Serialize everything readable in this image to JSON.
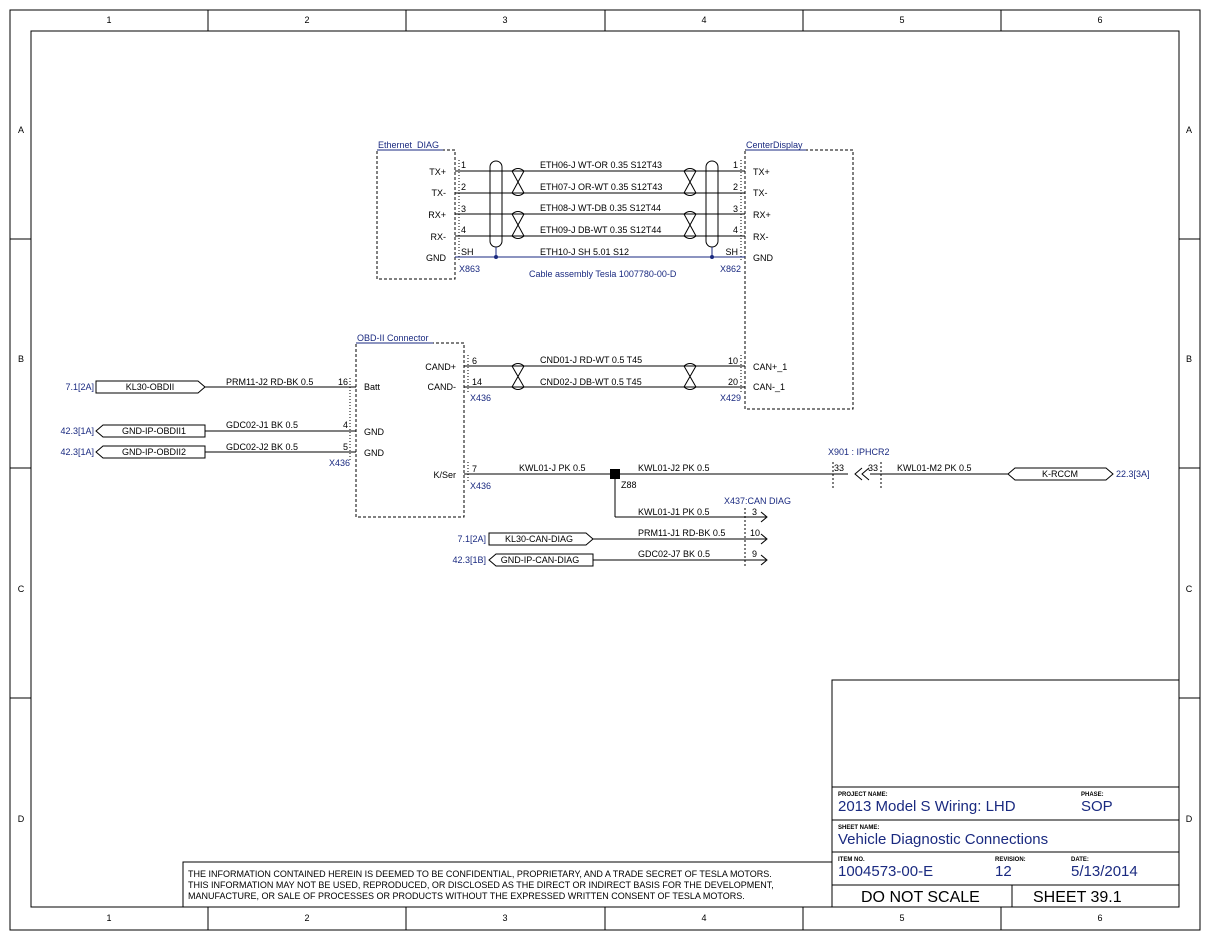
{
  "grid": {
    "columns": [
      "1",
      "2",
      "3",
      "4",
      "5",
      "6"
    ],
    "rows": [
      "A",
      "B",
      "C",
      "D"
    ]
  },
  "connectors": {
    "ethernet_diag": {
      "title": "Ethernet_DIAG",
      "pins": [
        "TX+",
        "TX-",
        "RX+",
        "RX-",
        "GND"
      ],
      "pin_numbers": [
        "1",
        "2",
        "3",
        "4",
        "SH"
      ],
      "id": "X863"
    },
    "center_display": {
      "title": "CenterDisplay",
      "pins": [
        "TX+",
        "TX-",
        "RX+",
        "RX-",
        "GND"
      ],
      "pin_numbers": [
        "1",
        "2",
        "3",
        "4",
        "SH"
      ],
      "id": "X862",
      "can_pins": [
        "CAN+_1",
        "CAN-_1"
      ],
      "can_pin_numbers": [
        "10",
        "20"
      ],
      "can_id": "X429"
    },
    "obd": {
      "title": "OBD-II Connector",
      "pins": [
        "Batt",
        "GND",
        "GND"
      ],
      "pin_numbers": [
        "16",
        "4",
        "5"
      ],
      "id": "X436",
      "can_pins": [
        "CAND+",
        "CAND-"
      ],
      "can_pin_numbers": [
        "6",
        "14"
      ],
      "can_id": "X436",
      "kser_pin": "K/Ser",
      "kser_number": "7",
      "kser_id": "X436"
    },
    "x901": {
      "title": "X901 : IPHCR2",
      "pin_left": "33",
      "pin_right": "33"
    },
    "x437": {
      "title": "X437:CAN DIAG",
      "pins": [
        "3",
        "10",
        "9"
      ]
    }
  },
  "wires": {
    "eth": [
      "ETH06-J WT-OR 0.35 S12T43",
      "ETH07-J OR-WT 0.35 S12T43",
      "ETH08-J WT-DB 0.35 S12T44",
      "ETH09-J DB-WT 0.35 S12T44",
      "ETH10-J SH 5.01 S12"
    ],
    "cable_note": "Cable assembly Tesla 1007780-00-D",
    "can": [
      "CND01-J RD-WT 0.5 T45",
      "CND02-J DB-WT 0.5 T45"
    ],
    "obd_power": [
      "PRM11-J2 RD-BK 0.5",
      "GDC02-J1 BK 0.5",
      "GDC02-J2 BK 0.5"
    ],
    "kwl": [
      "KWL01-J PK 0.5",
      "KWL01-J2 PK 0.5",
      "KWL01-M2 PK 0.5",
      "KWL01-J1 PK 0.5"
    ],
    "can_diag": [
      "PRM11-J1 RD-BK 0.5",
      "GDC02-J7 BK 0.5"
    ],
    "splice": "Z88"
  },
  "offsheet": {
    "left": [
      {
        "ref": "7.1[2A]",
        "label": "KL30-OBDII"
      },
      {
        "ref": "42.3[1A]",
        "label": "GND-IP-OBDII1"
      },
      {
        "ref": "42.3[1A]",
        "label": "GND-IP-OBDII2"
      },
      {
        "ref": "7.1[2A]",
        "label": "KL30-CAN-DIAG"
      },
      {
        "ref": "42.3[1B]",
        "label": "GND-IP-CAN-DIAG"
      }
    ],
    "right": {
      "label": "K-RCCM",
      "ref": "22.3[3A]"
    }
  },
  "title_block": {
    "project_label": "PROJECT NAME:",
    "project": "2013 Model S Wiring: LHD",
    "phase_label": "PHASE:",
    "phase": "SOP",
    "sheet_name_label": "SHEET NAME:",
    "sheet_name": "Vehicle Diagnostic Connections",
    "item_label": "ITEM NO.",
    "item": "1004573-00-E",
    "revision_label": "REVISION:",
    "revision": "12",
    "date_label": "DATE:",
    "date": "5/13/2014",
    "scale_note": "DO NOT SCALE",
    "sheet": "SHEET 39.1"
  },
  "confidential": [
    "THE INFORMATION CONTAINED HEREIN IS DEEMED TO BE CONFIDENTIAL, PROPRIETARY, AND A TRADE SECRET OF TESLA MOTORS.",
    "THIS INFORMATION MAY NOT BE USED, REPRODUCED, OR DISCLOSED AS THE DIRECT OR INDIRECT BASIS FOR THE DEVELOPMENT,",
    "MANUFACTURE, OR SALE OF PROCESSES OR PRODUCTS WITHOUT THE EXPRESSED WRITTEN CONSENT OF TESLA MOTORS."
  ]
}
